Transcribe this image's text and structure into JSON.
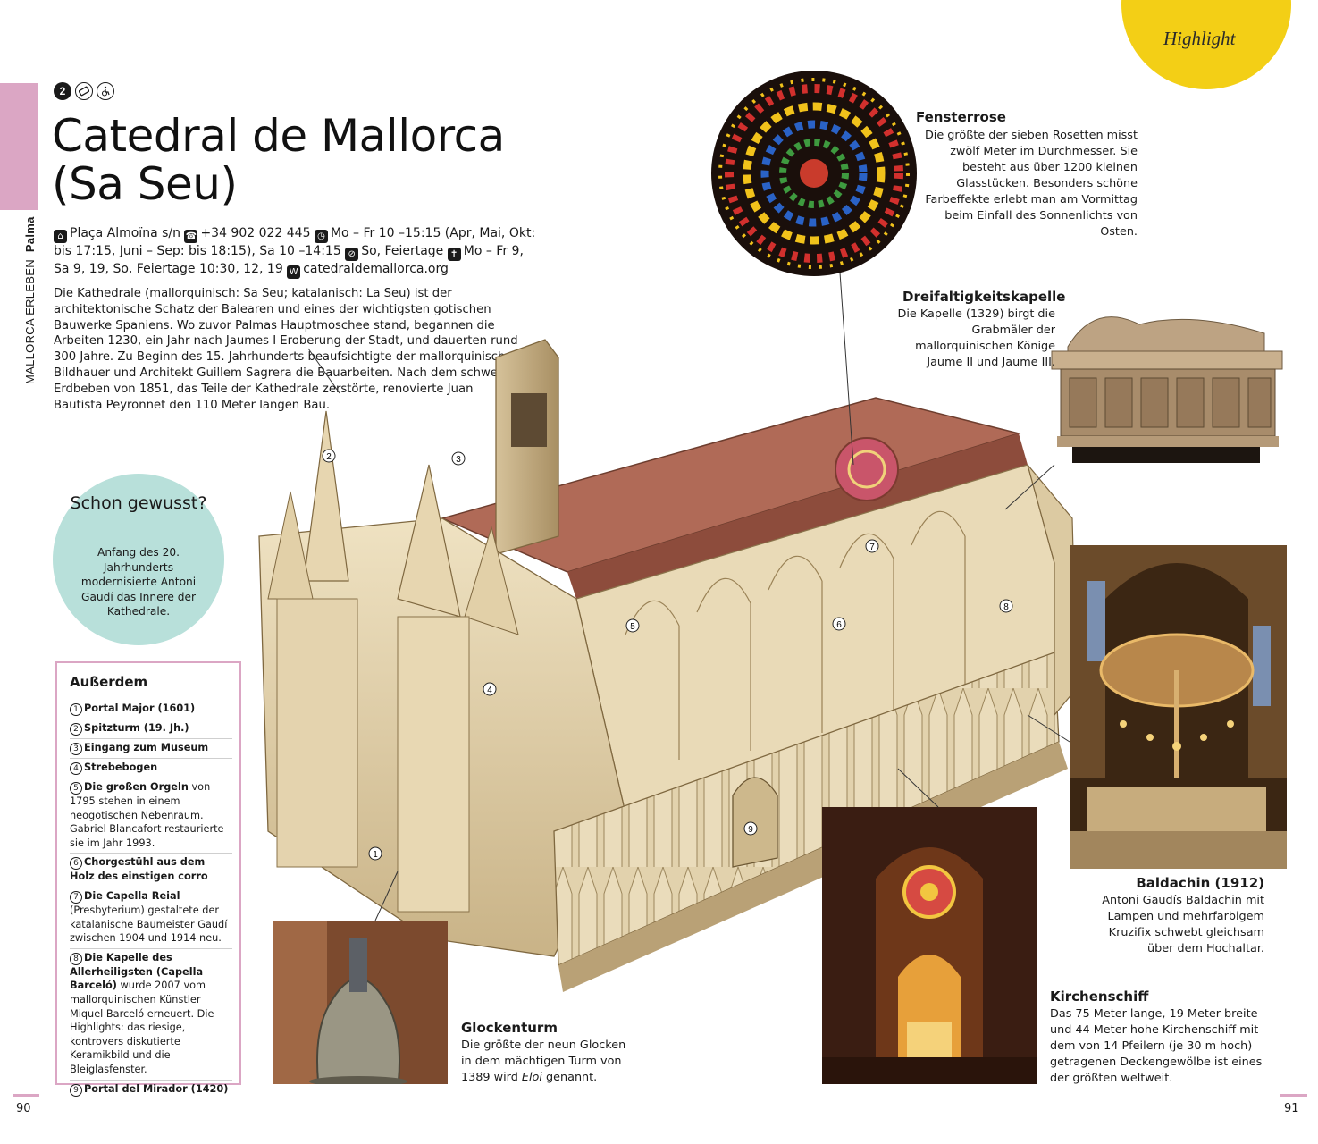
{
  "badge": {
    "label": "Highlight"
  },
  "section": {
    "name": "MALLORCA ERLEBEN",
    "region": "Palma"
  },
  "icons": {
    "number": "2",
    "names": [
      "number-badge",
      "ticket-icon",
      "wheelchair-icon"
    ]
  },
  "title": {
    "line1": "Catedral de Mallorca",
    "line2": "(Sa Seu)"
  },
  "info": {
    "address": "Plaça Almoïna s/n",
    "phone": "+34 902 022 445",
    "hours": "Mo – Fr 10 –15:15 (Apr, Mai, Okt: bis 17:15, Juni – Sep: bis 18:15), Sa 10 –14:15",
    "closed": "So, Feiertage",
    "mass": "Mo – Fr 9, Sa 9, 19, So, Feiertage 10:30, 12, 19",
    "web": "catedraldemallorca.org"
  },
  "intro": "Die Kathedrale (mallorquinisch: Sa Seu; katalanisch: La Seu) ist der architektonische Schatz der Balearen und eines der wichtigsten gotischen Bauwerke Spaniens. Wo zuvor Palmas Hauptmoschee stand, begannen die Arbeiten 1230, ein Jahr nach Jaumes I Eroberung der Stadt, und dauerten rund 300 Jahre. Zu Beginn des 15. Jahrhunderts beaufsichtigte der mallorquinische Bildhauer und Architekt Guillem Sagrera die Bauarbeiten. Nach dem schweren Erdbeben von 1851, das Teile der Kathedrale zerstörte, renovierte Juan Bautista Peyronnet den 110 Meter langen Bau.",
  "facts": {
    "title": "Schon gewusst?",
    "body": "Anfang des 20. Jahrhunderts modernisierte Antoni Gaudí das Innere der Kathedrale."
  },
  "extras": {
    "title": "Außerdem",
    "items": [
      {
        "num": "1",
        "bold": "Portal Major (1601)",
        "text": ""
      },
      {
        "num": "2",
        "bold": "Spitzturm (19. Jh.)",
        "text": ""
      },
      {
        "num": "3",
        "bold": "Eingang zum Museum",
        "text": ""
      },
      {
        "num": "4",
        "bold": "Strebebogen",
        "text": ""
      },
      {
        "num": "5",
        "bold": "Die großen Orgeln",
        "text": " von 1795 stehen in einem neogotischen Nebenraum. Gabriel Blancafort restaurierte sie im Jahr 1993."
      },
      {
        "num": "6",
        "bold": "Chorgestühl aus dem Holz des einstigen corro",
        "text": ""
      },
      {
        "num": "7",
        "bold": "Die Capella Reial",
        "text": " (Presbyterium) gestaltete der katalanische Baumeister Gaudí zwischen 1904 und 1914 neu."
      },
      {
        "num": "8",
        "bold": "Die Kapelle des Allerheiligsten (Capella Barceló)",
        "text": " wurde 2007 vom mallorquinischen Künstler Miquel Barceló erneuert. Die Highlights: das riesige, kontrovers diskutierte Keramikbild und die Bleiglasfenster."
      },
      {
        "num": "9",
        "bold": "Portal del Mirador (1420)",
        "text": ""
      }
    ]
  },
  "captions": {
    "rose": {
      "title": "Fensterrose",
      "text": "Die größte der sieben Rosetten misst zwölf Meter im Durchmesser. Sie besteht aus über 1200 kleinen Glasstücken. Besonders schöne Farbeffekte erlebt man am Vormittag beim Einfall des Sonnenlichts von Osten."
    },
    "trinity": {
      "title": "Dreifaltigkeitskapelle",
      "text": "Die Kapelle (1329) birgt die Grabmäler der mallorquinischen Könige Jaume II und Jaume III."
    },
    "baldachin": {
      "title": "Baldachin (1912)",
      "text": "Antoni Gaudís Baldachin mit Lampen und mehrfarbigem Kruzifix schwebt gleichsam über dem Hochaltar."
    },
    "nave": {
      "title": "Kirchenschiff",
      "text": "Das 75 Meter lange, 19 Meter breite und 44 Meter hohe Kirchenschiff mit dem von 14 Pfeilern (je 30 m hoch) getragenen Deckengewölbe ist eines der größten weltweit."
    },
    "bell": {
      "title": "Glockenturm",
      "text_a": "Die größte der neun Glocken in dem mächtigen Turm von 1389 wird ",
      "text_em": "Eloi",
      "text_b": " genannt."
    }
  },
  "markers": [
    "1",
    "2",
    "3",
    "4",
    "5",
    "6",
    "7",
    "8",
    "9"
  ],
  "pages": {
    "left": "90",
    "right": "91"
  },
  "colors": {
    "pink": "#dba6c4",
    "yellow": "#f3cf16",
    "mint": "#b8e0da"
  }
}
